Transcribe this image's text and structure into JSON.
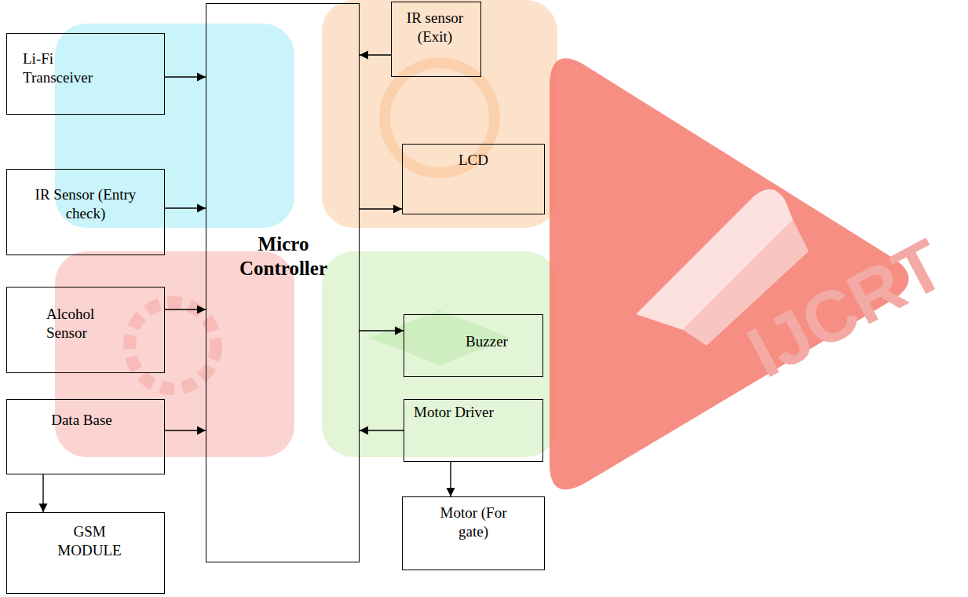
{
  "diagram": {
    "nodes": [
      {
        "text": [
          "Li-Fi Transceiver"
        ]
      },
      {
        "text": [
          "IR Sensor (Entry check)"
        ]
      },
      {
        "text": [
          "Alcohol Sensor"
        ]
      },
      {
        "text": [
          "Data Base"
        ]
      },
      {
        "text": [
          "GSM MODULE"
        ]
      },
      {
        "text": [
          "Micro Controller"
        ]
      },
      {
        "text": [
          "IR sensor (Exit)"
        ]
      },
      {
        "text": [
          "LCD"
        ]
      },
      {
        "text": [
          "Buzzer"
        ]
      },
      {
        "text": [
          "Motor Driver"
        ]
      },
      {
        "text": [
          "Motor (For gate)"
        ]
      }
    ],
    "edges": [
      {
        "from": 0,
        "to": 5,
        "arrow": "to"
      },
      {
        "from": 1,
        "to": 5,
        "arrow": "to"
      },
      {
        "from": 2,
        "to": 5,
        "arrow": "to"
      },
      {
        "from": 3,
        "to": 5,
        "arrow": "to"
      },
      {
        "from": 3,
        "to": 4,
        "arrow": "to"
      },
      {
        "from": 6,
        "to": 5,
        "arrow": "to"
      },
      {
        "from": 5,
        "to": 7,
        "arrow": "to"
      },
      {
        "from": 5,
        "to": 8,
        "arrow": "to"
      },
      {
        "from": 9,
        "to": 5,
        "arrow": "to"
      },
      {
        "from": 9,
        "to": 10,
        "arrow": "to"
      }
    ],
    "labels": [
      "IJCRT"
    ]
  }
}
